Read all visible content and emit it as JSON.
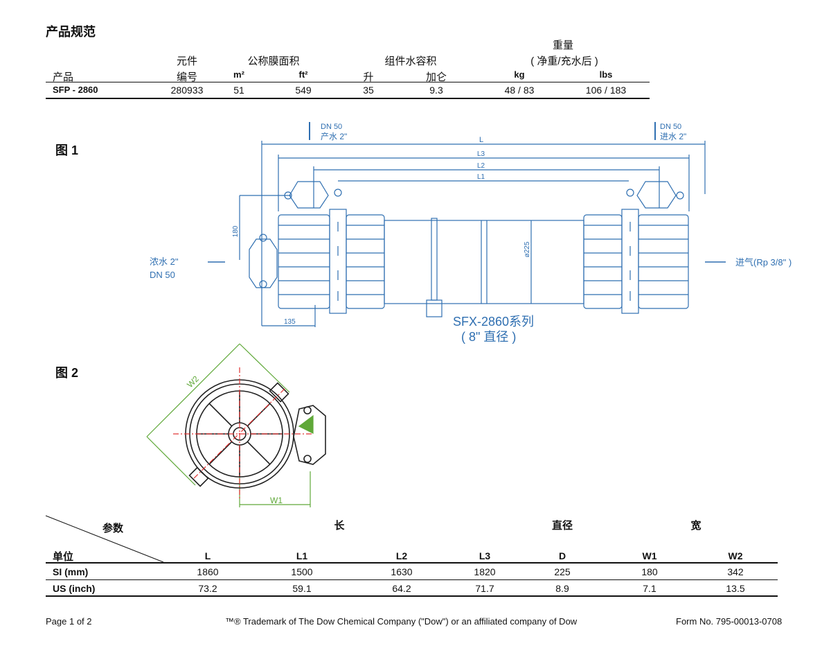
{
  "spec": {
    "title": "产品规范",
    "headers": {
      "product": "产品",
      "element_l1": "元件",
      "element_l2": "编号",
      "area_l1": "公称膜面积",
      "area_u1": "m²",
      "area_u2": "ft²",
      "water_l1": "组件水容积",
      "water_u1": "升",
      "water_u2": "加仑",
      "weight_l1": "重量",
      "weight_l2": "( 净重/充水后 )",
      "weight_u1": "kg",
      "weight_u2": "lbs"
    },
    "row": {
      "product": "SFP - 2860",
      "element": "280933",
      "m2": "51",
      "ft2": "549",
      "liters": "35",
      "gallons": "9.3",
      "kg": "48 / 83",
      "lbs": "106 / 183"
    }
  },
  "fig1": {
    "label": "图 1",
    "dn_left_1": "DN 50",
    "dn_left_2": "产水 2\"",
    "dn_right_1": "DN 50",
    "dn_right_2": "进水 2\"",
    "dim_L": "L",
    "dim_L3": "L3",
    "dim_L2": "L2",
    "dim_L1": "L1",
    "dim_180": "180",
    "dim_135": "135",
    "dim_diam": "ø225",
    "concentrate_1": "浓水 2\"",
    "concentrate_2": "DN 50",
    "air_inlet": "进气(Rp 3/8\" )",
    "series_1": "SFX-2860系列",
    "series_2": "( 8\" 直径 )"
  },
  "fig2": {
    "label": "图 2",
    "dim_W1": "W1",
    "dim_W2": "W2"
  },
  "dims": {
    "param_label": "参数",
    "unit_label": "单位",
    "group_length": "长",
    "group_diameter": "直径",
    "group_width": "宽",
    "columns": [
      "L",
      "L1",
      "L2",
      "L3",
      "D",
      "W1",
      "W2"
    ],
    "rows": [
      {
        "unit": "SI (mm)",
        "values": [
          "1860",
          "1500",
          "1630",
          "1820",
          "225",
          "180",
          "342"
        ]
      },
      {
        "unit": "US (inch)",
        "values": [
          "73.2",
          "59.1",
          "64.2",
          "71.7",
          "8.9",
          "7.1",
          "13.5"
        ]
      }
    ]
  },
  "footer": {
    "page": "Page 1 of 2",
    "trademark": "™® Trademark of The Dow Chemical Company (\"Dow\") or an affiliated company of Dow",
    "form_no": "Form No. 795-00013-0708"
  },
  "colors": {
    "drawing_blue": "#2f6fb1",
    "dimension_green": "#5fa838",
    "centerline_red": "#e03030"
  }
}
